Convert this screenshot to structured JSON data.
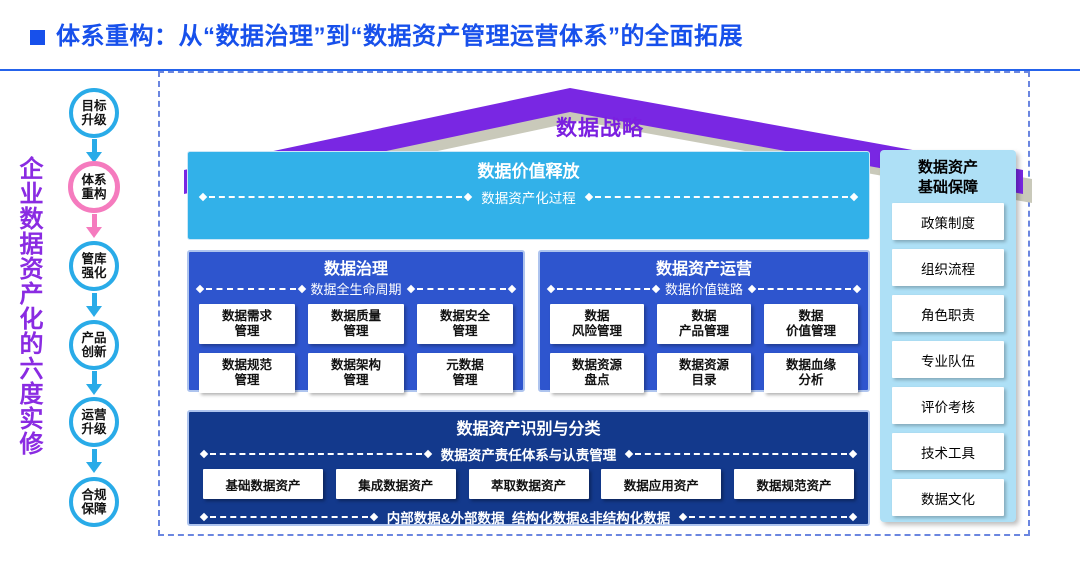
{
  "page": {
    "title": "体系重构：从“数据治理”到“数据资产管理运营体系”的全面拓展"
  },
  "left_flow": {
    "vertical_label": "企业数据资产化的六度实修",
    "steps": [
      {
        "label": "目标升级"
      },
      {
        "label": "体系重构"
      },
      {
        "label": "管库强化"
      },
      {
        "label": "产品创新"
      },
      {
        "label": "运营升级"
      },
      {
        "label": "合规保障"
      }
    ],
    "highlighted_step": "体系重构"
  },
  "roof": {
    "label": "数据战略"
  },
  "value_release": {
    "title": "数据价值释放",
    "subtitle": "数据资产化过程"
  },
  "governance": {
    "title": "数据治理",
    "subtitle": "数据全生命周期",
    "items": [
      {
        "line1": "数据需求",
        "line2": "管理"
      },
      {
        "line1": "数据质量",
        "line2": "管理"
      },
      {
        "line1": "数据安全",
        "line2": "管理"
      },
      {
        "line1": "数据规范",
        "line2": "管理"
      },
      {
        "line1": "数据架构",
        "line2": "管理"
      },
      {
        "line1": "元数据",
        "line2": "管理"
      }
    ]
  },
  "operations": {
    "title": "数据资产运营",
    "subtitle": "数据价值链路",
    "items": [
      {
        "line1": "数据",
        "line2": "风险管理"
      },
      {
        "line1": "数据",
        "line2": "产品管理"
      },
      {
        "line1": "数据",
        "line2": "价值管理"
      },
      {
        "line1": "数据资源",
        "line2": "盘点"
      },
      {
        "line1": "数据资源",
        "line2": "目录"
      },
      {
        "line1": "数据血缘",
        "line2": "分析"
      }
    ]
  },
  "identification": {
    "title": "数据资产识别与分类",
    "subtitle": "数据资产责任体系与认责管理",
    "items": [
      "基础数据资产",
      "集成数据资产",
      "萃取数据资产",
      "数据应用资产",
      "数据规范资产"
    ],
    "footer": "内部数据&外部数据  结构化数据&非结构化数据"
  },
  "support": {
    "title": "数据资产基础保障",
    "items": [
      "政策制度",
      "组织流程",
      "角色职责",
      "专业队伍",
      "评价考核",
      "技术工具",
      "数据文化"
    ]
  },
  "colors": {
    "accent_blue": "#1750EB",
    "roof_purple": "#7927E3",
    "banner_cyan": "#32B1E9",
    "panel_blue": "#2E55CE",
    "navy_blue": "#13398C",
    "support_light_blue": "#AEE0F6",
    "flow_cyan": "#29ABE8",
    "highlight_pink": "#F57BBE",
    "vertical_text_purple": "#8A2BE2"
  }
}
